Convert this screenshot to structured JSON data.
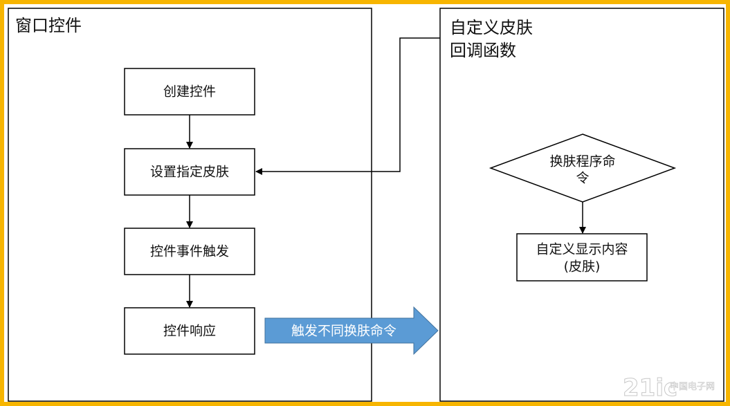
{
  "colors": {
    "frame": "#f7b500",
    "stroke": "#000000",
    "arrow_fill": "#5b9bd5",
    "arrow_text": "#ffffff"
  },
  "left_panel": {
    "title": "窗口控件"
  },
  "right_panel": {
    "title_line1": "自定义皮肤",
    "title_line2": "回调函数"
  },
  "steps": [
    "创建控件",
    "设置指定皮肤",
    "控件事件触发",
    "控件响应"
  ],
  "decision": {
    "line1": "换肤程序命",
    "line2": "令"
  },
  "display": {
    "line1": "自定义显示内容",
    "line2": "(皮肤)"
  },
  "trigger_arrow": {
    "label": "触发不同换肤命令"
  },
  "watermark": {
    "text": "21ic",
    "subtext": "中国电子网"
  }
}
